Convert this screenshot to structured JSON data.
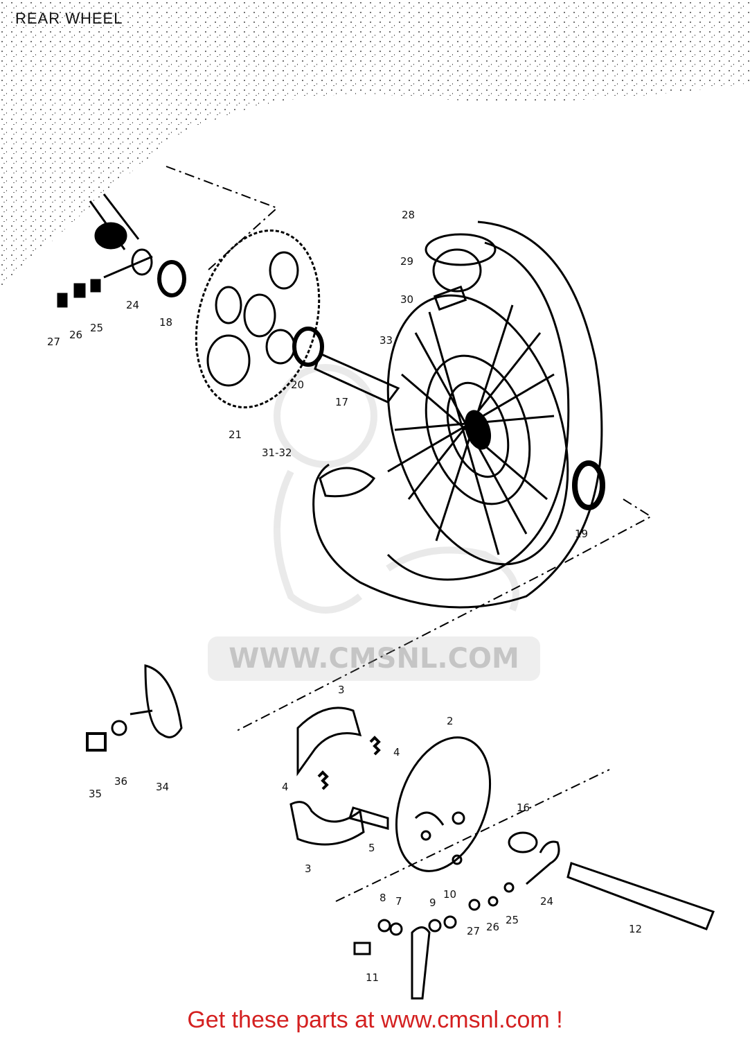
{
  "title": "REAR WHEEL",
  "watermark": "WWW.CMSNL.COM",
  "footer": "Get these parts at www.cmsnl.com !",
  "callouts": {
    "c12": "12",
    "c16": "16",
    "c17": "17",
    "c18": "18",
    "c19": "19",
    "c2": "2",
    "c20": "20",
    "c21": "21",
    "c24": "24",
    "c24b": "24",
    "c25": "25",
    "c25b": "25",
    "c26": "26",
    "c26b": "26",
    "c27": "27",
    "c27b": "27",
    "c28": "28",
    "c29": "29",
    "c3": "3",
    "c30": "30",
    "c31_32": "31-32",
    "c33": "33",
    "c34": "34",
    "c35": "35",
    "c36": "36",
    "c3b": "3",
    "c4": "4",
    "c4b": "4",
    "c5": "5",
    "c7": "7",
    "c8": "8",
    "c9": "9",
    "c10": "10",
    "c11": "11"
  }
}
